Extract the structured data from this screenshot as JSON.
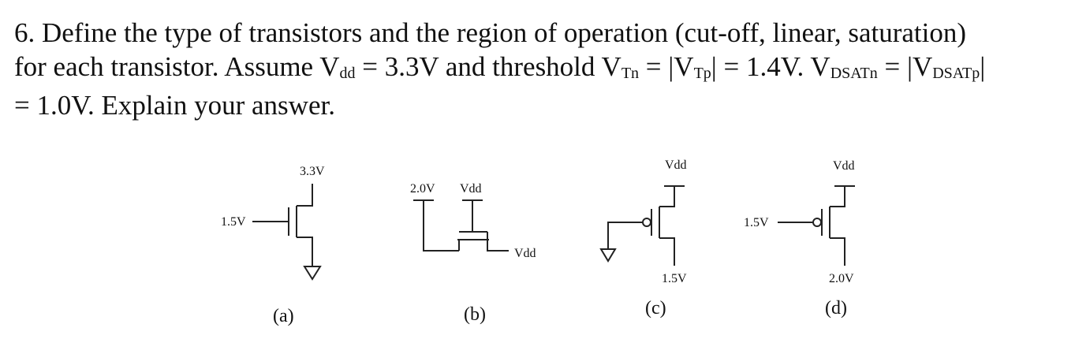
{
  "question": {
    "number": "6.",
    "line1": "Define the type of transistors and the region of operation (cut-off, linear, saturation)",
    "line2_a": "for each transistor. Assume V",
    "line2_sub_dd": "dd",
    "line2_b": " = 3.3V and threshold V",
    "line2_sub_tn": "Tn",
    "line2_c": " = |V",
    "line2_sub_tp": "Tp",
    "line2_d": "| = 1.4V. V",
    "line2_sub_dsatn": "DSATn",
    "line2_e": " = |V",
    "line2_sub_dsatp": "DSATp",
    "line2_f": "|",
    "line3": "= 1.0V. Explain your answer."
  },
  "circuits": {
    "a": {
      "caption": "(a)",
      "gate": "1.5V",
      "drain": "3.3V"
    },
    "b": {
      "caption": "(b)",
      "gate": "2.0V",
      "drain": "Vdd",
      "source": "Vdd"
    },
    "c": {
      "caption": "(c)",
      "supply": "Vdd",
      "drain": "1.5V"
    },
    "d": {
      "caption": "(d)",
      "gate": "1.5V",
      "supply": "Vdd",
      "drain": "2.0V"
    }
  }
}
